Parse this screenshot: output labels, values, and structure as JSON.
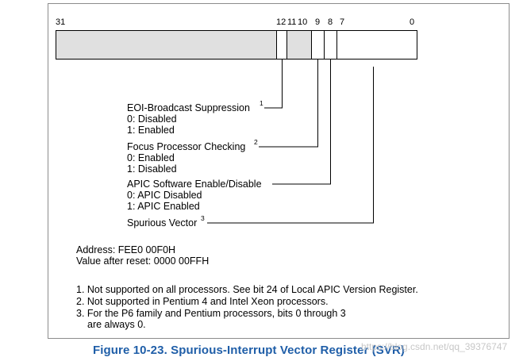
{
  "register": {
    "bit_labels": {
      "b31": "31",
      "b12": "12",
      "b11": "11",
      "b10": "10",
      "b9": "9",
      "b8": "8",
      "b7": "7",
      "b0": "0"
    }
  },
  "fields": {
    "eoi": {
      "title": "EOI-Broadcast Suppression",
      "note": "1",
      "opt0": "0: Disabled",
      "opt1": "1: Enabled"
    },
    "focus": {
      "title": "Focus Processor Checking",
      "note": "2",
      "opt0": "0: Enabled",
      "opt1": "1: Disabled"
    },
    "apic": {
      "title": "APIC Software Enable/Disable",
      "opt0": "0: APIC Disabled",
      "opt1": "1: APIC Enabled"
    },
    "spurious": {
      "title": "Spurious Vector",
      "note": "3"
    }
  },
  "info": {
    "address": "Address: FEE0 00F0H",
    "reset": "Value after reset: 0000 00FFH"
  },
  "footnotes": {
    "n1": "1. Not supported on all processors. See bit 24 of Local APIC Version Register.",
    "n2": "2. Not supported in Pentium 4 and Intel Xeon processors.",
    "n3a": "3. For the P6 family and Pentium processors, bits 0 through 3",
    "n3b": "are always 0."
  },
  "caption": "Figure 10-23.  Spurious-Interrupt Vector Register (SVR)",
  "watermark": "https://blog.csdn.net/qq_39376747",
  "colors": {
    "reserved_fill": "#e0e0e0",
    "caption": "#1f5ea8",
    "frame": "#8c8c8c"
  }
}
